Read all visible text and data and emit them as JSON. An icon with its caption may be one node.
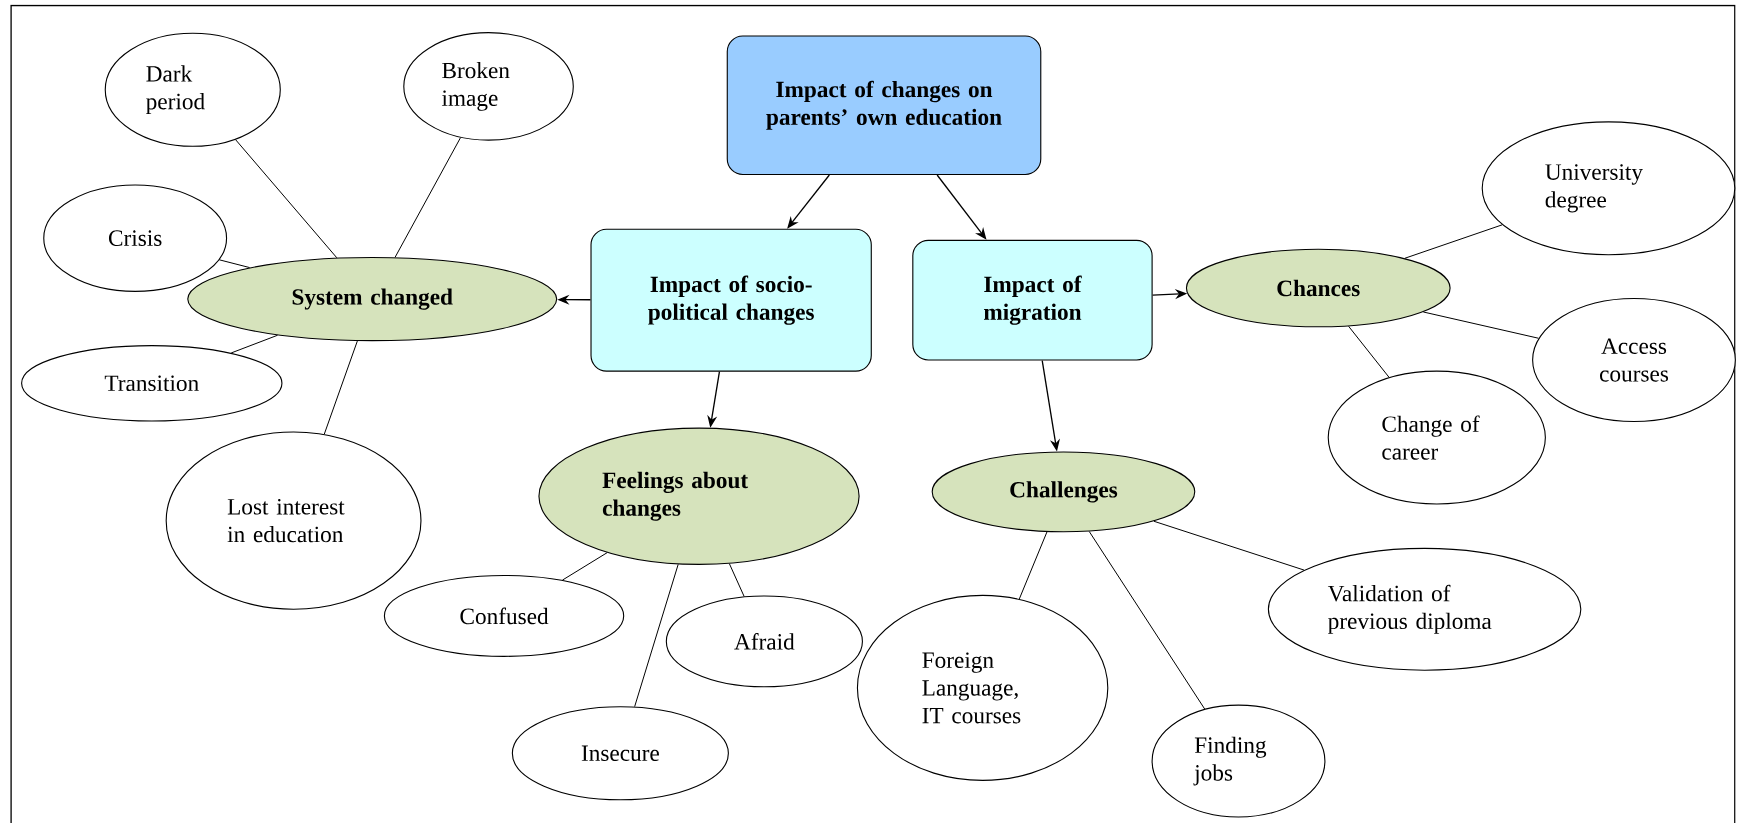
{
  "diagram": {
    "nodes": [
      {
        "text": [
          "Impact of changes on parents’ own education"
        ]
      },
      {
        "text": [
          "Impact of socio-political changes"
        ]
      },
      {
        "text": [
          "Impact of migration"
        ]
      },
      {
        "text": [
          "System changed"
        ]
      },
      {
        "text": [
          "Dark period"
        ]
      },
      {
        "text": [
          "Broken image"
        ]
      },
      {
        "text": [
          "Crisis"
        ]
      },
      {
        "text": [
          "Transition"
        ]
      },
      {
        "text": [
          "Lost interest in education"
        ]
      },
      {
        "text": [
          "Feelings about changes"
        ]
      },
      {
        "text": [
          "Confused"
        ]
      },
      {
        "text": [
          "Afraid"
        ]
      },
      {
        "text": [
          "Insecure"
        ]
      },
      {
        "text": [
          "Chances"
        ]
      },
      {
        "text": [
          "University degree"
        ]
      },
      {
        "text": [
          "Access courses"
        ]
      },
      {
        "text": [
          "Change of career"
        ]
      },
      {
        "text": [
          "Challenges"
        ]
      },
      {
        "text": [
          "Validation of previous diploma"
        ]
      },
      {
        "text": [
          "Foreign Language, IT courses"
        ]
      },
      {
        "text": [
          "Finding jobs"
        ]
      }
    ],
    "edges": [
      {
        "from": 0,
        "to": 1,
        "arrow": "to"
      },
      {
        "from": 0,
        "to": 2,
        "arrow": "to"
      },
      {
        "from": 1,
        "to": 3,
        "arrow": "to"
      },
      {
        "from": 1,
        "to": 9,
        "arrow": "to"
      },
      {
        "from": 2,
        "to": 13,
        "arrow": "to"
      },
      {
        "from": 2,
        "to": 17,
        "arrow": "to"
      },
      {
        "from": 3,
        "to": 4,
        "arrow": "none"
      },
      {
        "from": 3,
        "to": 5,
        "arrow": "none"
      },
      {
        "from": 3,
        "to": 6,
        "arrow": "none"
      },
      {
        "from": 3,
        "to": 7,
        "arrow": "none"
      },
      {
        "from": 3,
        "to": 8,
        "arrow": "none"
      },
      {
        "from": 9,
        "to": 10,
        "arrow": "none"
      },
      {
        "from": 9,
        "to": 11,
        "arrow": "none"
      },
      {
        "from": 9,
        "to": 12,
        "arrow": "none"
      },
      {
        "from": 13,
        "to": 14,
        "arrow": "none"
      },
      {
        "from": 13,
        "to": 15,
        "arrow": "none"
      },
      {
        "from": 13,
        "to": 16,
        "arrow": "none"
      },
      {
        "from": 17,
        "to": 18,
        "arrow": "none"
      },
      {
        "from": 17,
        "to": 19,
        "arrow": "none"
      },
      {
        "from": 17,
        "to": 20,
        "arrow": "none"
      }
    ]
  }
}
